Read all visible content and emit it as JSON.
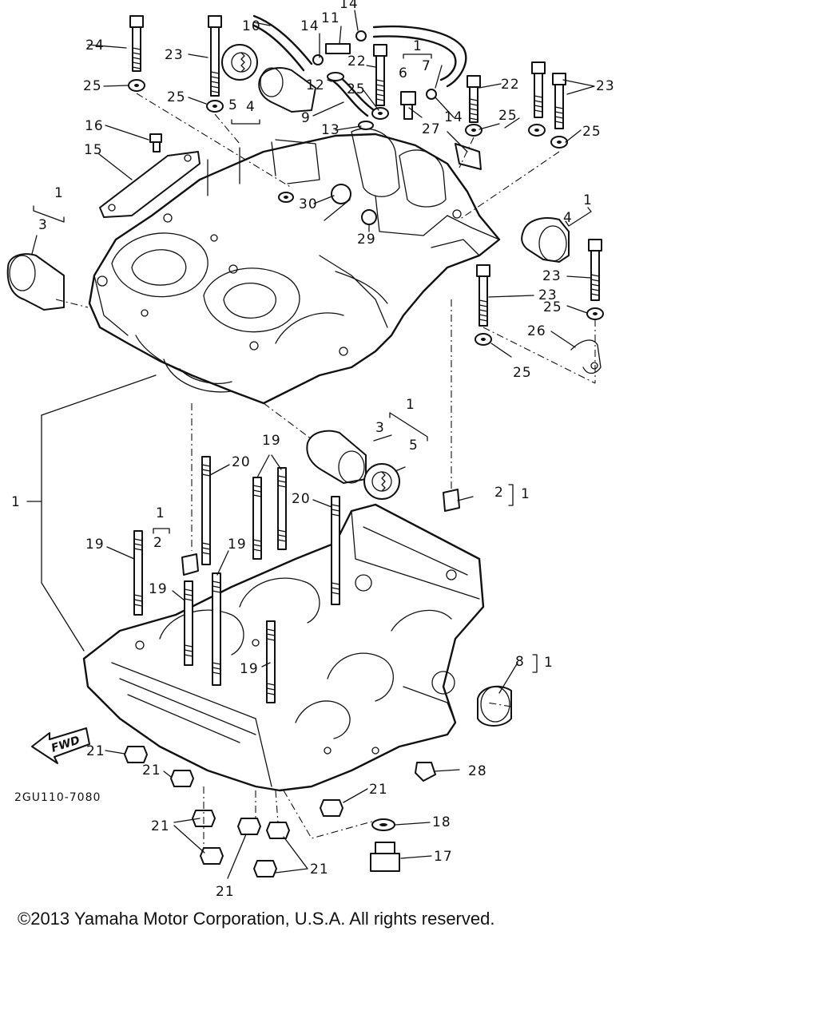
{
  "diagram": {
    "drawing_code": "2GU110-7080",
    "fwd_label": "FWD",
    "callouts": [
      {
        "id": "c24",
        "text": "24"
      },
      {
        "id": "c23a",
        "text": "23"
      },
      {
        "id": "c10",
        "text": "10"
      },
      {
        "id": "c14a",
        "text": "14"
      },
      {
        "id": "c11",
        "text": "11"
      },
      {
        "id": "c14top",
        "text": "14"
      },
      {
        "id": "c22a",
        "text": "22"
      },
      {
        "id": "c1a",
        "text": "1"
      },
      {
        "id": "c7",
        "text": "7"
      },
      {
        "id": "c25a",
        "text": "25"
      },
      {
        "id": "c25b",
        "text": "25"
      },
      {
        "id": "c5a",
        "text": "5"
      },
      {
        "id": "c4a",
        "text": "4"
      },
      {
        "id": "c12",
        "text": "12"
      },
      {
        "id": "c25c",
        "text": "25"
      },
      {
        "id": "c6",
        "text": "6"
      },
      {
        "id": "c22b",
        "text": "22"
      },
      {
        "id": "c23b",
        "text": "23"
      },
      {
        "id": "c9",
        "text": "9"
      },
      {
        "id": "c14b",
        "text": "14"
      },
      {
        "id": "c25d",
        "text": "25"
      },
      {
        "id": "c16",
        "text": "16"
      },
      {
        "id": "c13",
        "text": "13"
      },
      {
        "id": "c27",
        "text": "27"
      },
      {
        "id": "c25e",
        "text": "25"
      },
      {
        "id": "c15",
        "text": "15"
      },
      {
        "id": "c1b",
        "text": "1"
      },
      {
        "id": "c3a",
        "text": "3"
      },
      {
        "id": "c1c",
        "text": "1"
      },
      {
        "id": "c4b",
        "text": "4"
      },
      {
        "id": "c30",
        "text": "30"
      },
      {
        "id": "c29",
        "text": "29"
      },
      {
        "id": "c23c",
        "text": "23"
      },
      {
        "id": "c23d",
        "text": "23"
      },
      {
        "id": "c25f",
        "text": "25"
      },
      {
        "id": "c26",
        "text": "26"
      },
      {
        "id": "c25g",
        "text": "25"
      },
      {
        "id": "c1d",
        "text": "1"
      },
      {
        "id": "c3b",
        "text": "3"
      },
      {
        "id": "c19a",
        "text": "19"
      },
      {
        "id": "c5b",
        "text": "5"
      },
      {
        "id": "c20a",
        "text": "20"
      },
      {
        "id": "c2a",
        "text": "2"
      },
      {
        "id": "c1e",
        "text": "1"
      },
      {
        "id": "c1f",
        "text": "1"
      },
      {
        "id": "c20b",
        "text": "20"
      },
      {
        "id": "c1g",
        "text": "1"
      },
      {
        "id": "c2b",
        "text": "2"
      },
      {
        "id": "c19b",
        "text": "19"
      },
      {
        "id": "c19c",
        "text": "19"
      },
      {
        "id": "c19d",
        "text": "19"
      },
      {
        "id": "c19e",
        "text": "19"
      },
      {
        "id": "c8",
        "text": "8"
      },
      {
        "id": "c1h",
        "text": "1"
      },
      {
        "id": "c21a",
        "text": "21"
      },
      {
        "id": "c21b",
        "text": "21"
      },
      {
        "id": "c28",
        "text": "28"
      },
      {
        "id": "c21c",
        "text": "21"
      },
      {
        "id": "c18",
        "text": "18"
      },
      {
        "id": "c21d",
        "text": "21"
      },
      {
        "id": "c17",
        "text": "17"
      },
      {
        "id": "c21e",
        "text": "21"
      },
      {
        "id": "c21f",
        "text": "21"
      }
    ]
  },
  "footer": {
    "copyright": "©2013 Yamaha Motor Corporation, U.S.A. All rights reserved."
  }
}
